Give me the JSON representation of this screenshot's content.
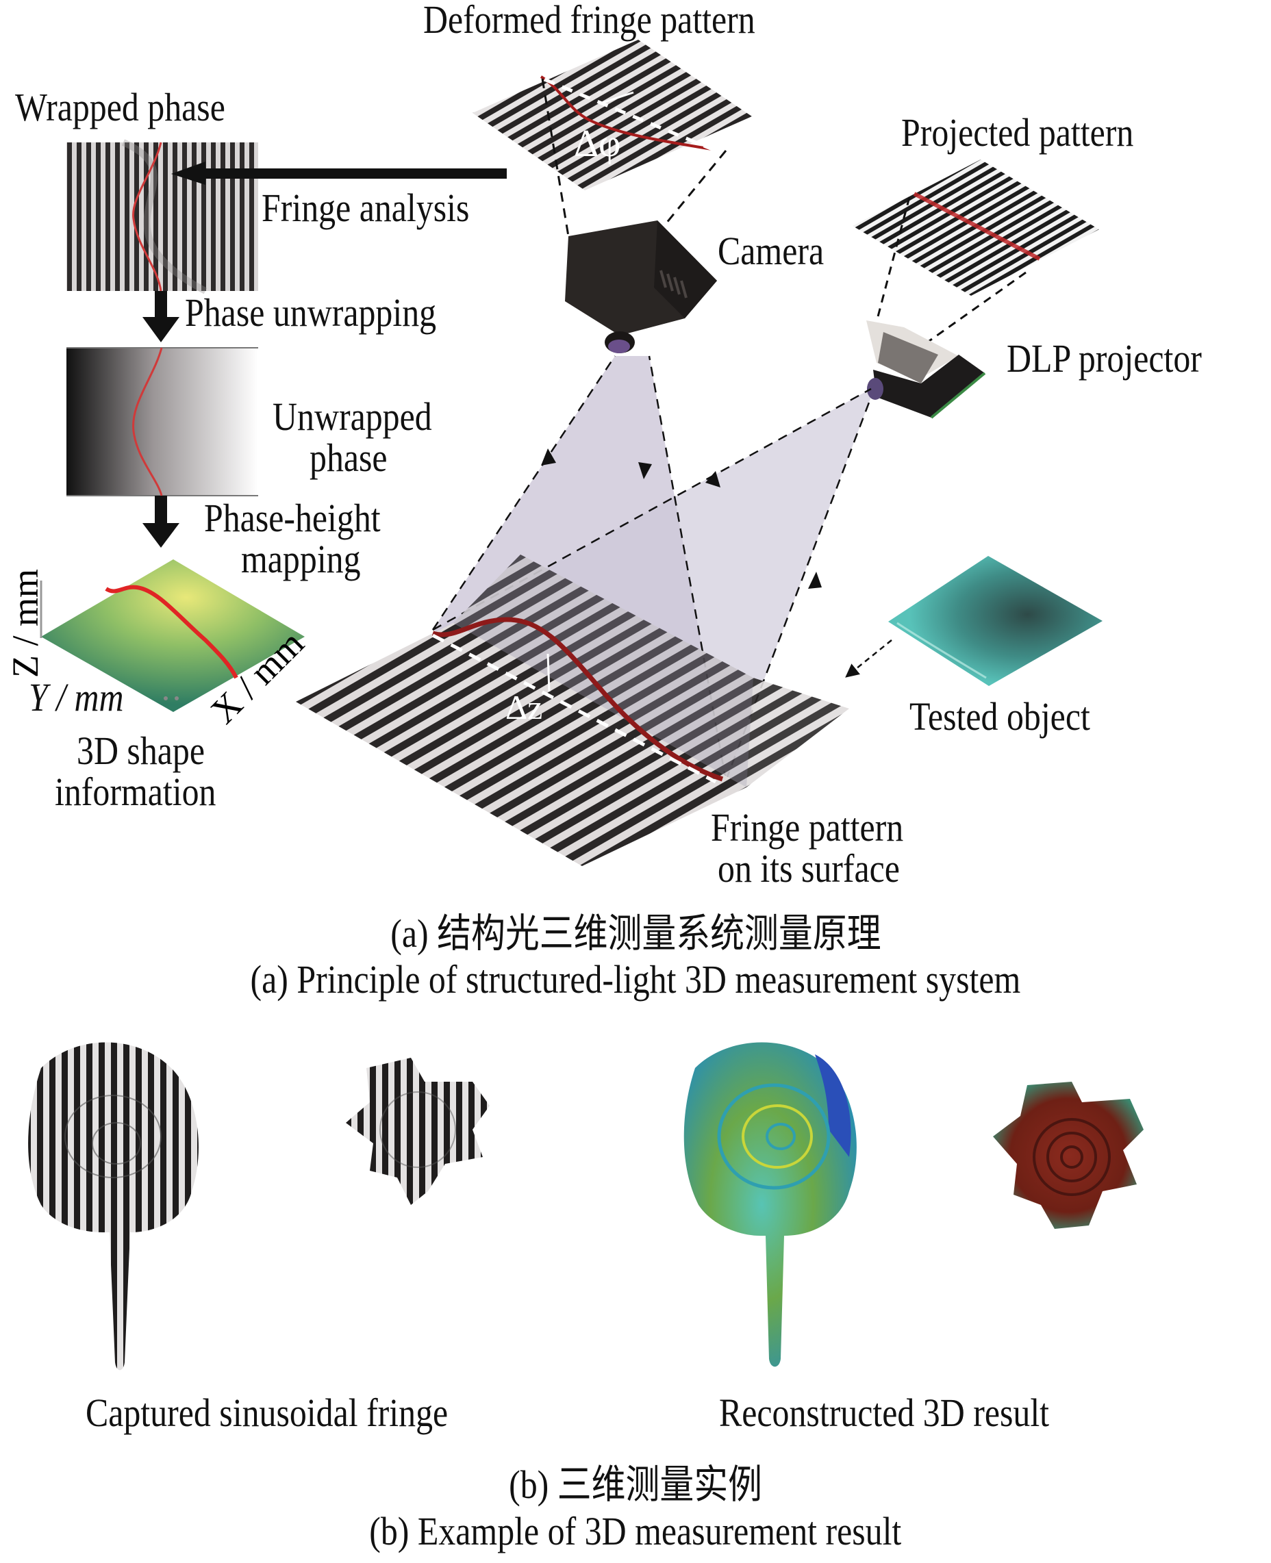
{
  "panel_a": {
    "labels": {
      "deformed_fringe_pattern": "Deformed fringe pattern",
      "wrapped_phase": "Wrapped phase",
      "fringe_analysis": "Fringe analysis",
      "projected_pattern": "Projected pattern",
      "camera": "Camera",
      "phase_unwrapping": "Phase unwrapping",
      "dlp_projector": "DLP projector",
      "unwrapped_phase_line1": "Unwrapped",
      "unwrapped_phase_line2": "phase",
      "phase_height_line1": "Phase-height",
      "phase_height_line2": "mapping",
      "tested_object": "Tested object",
      "shape_info_line1": "3D shape",
      "shape_info_line2": "information",
      "fringe_surface_line1": "Fringe pattern",
      "fringe_surface_line2": "on its surface",
      "delta_phi": "Δφ",
      "delta_z": "Δz",
      "axis_z": "Z / mm",
      "axis_y": "Y / mm",
      "axis_x": "X / mm"
    },
    "caption_cn": "(a) 结构光三维测量系统测量原理",
    "caption_en": "(a) Principle of structured-light 3D measurement system"
  },
  "panel_b": {
    "label_captured": "Captured sinusoidal fringe",
    "label_reconstructed": "Reconstructed 3D result",
    "caption_cn": "(b) 三维测量实例",
    "caption_en": "(b) Example of 3D measurement result"
  },
  "colors": {
    "marker_red": "#c0282a",
    "light_beam": "#c9c3d6",
    "surface_green": "#2f7d63",
    "surface_yellow": "#e8e879",
    "object_teal": "#4fb5ad",
    "object_dark": "#2e4a48",
    "camera_body": "#2a2624",
    "rose_blue": "#2a4fb8",
    "fan_red": "#7a2218"
  }
}
